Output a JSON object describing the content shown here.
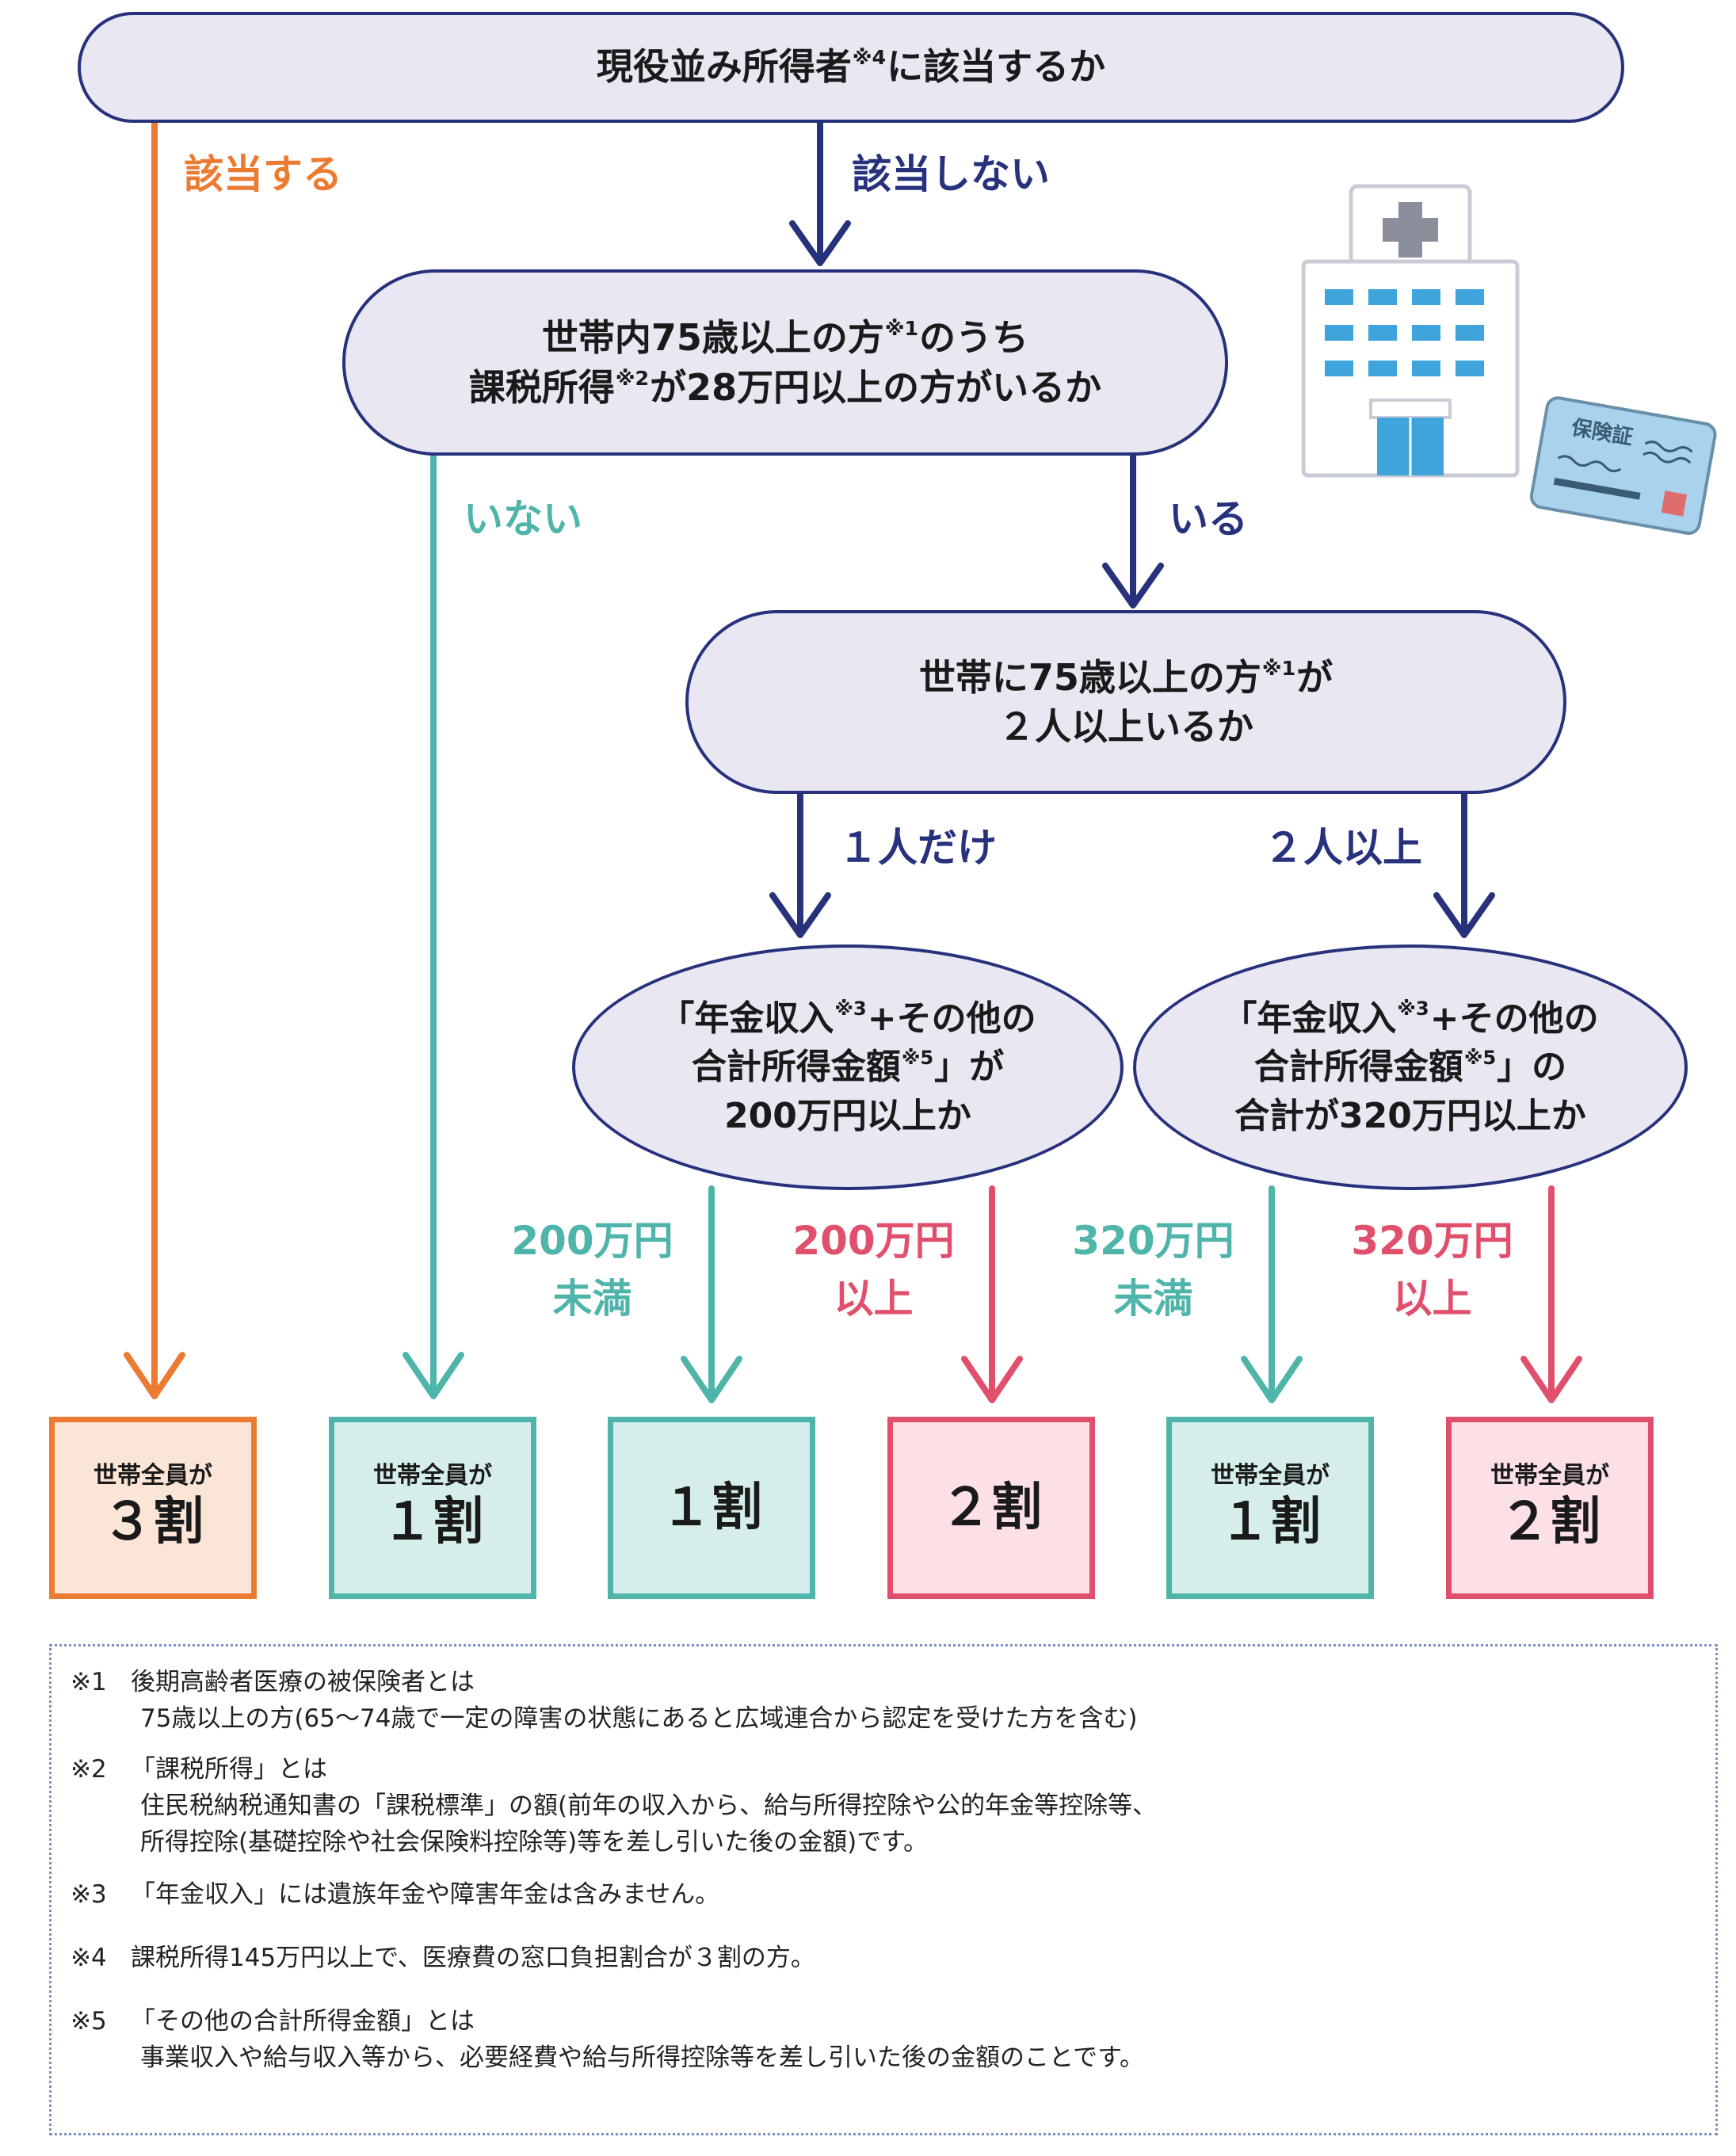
{
  "questions": {
    "q1": {
      "text": "現役並み所得者",
      "sup": "※4",
      "suffix": "に該当するか"
    },
    "q2": {
      "line1_text": "世帯内75歳以上の方",
      "line1_sup": "※1",
      "line1_suffix": "のうち",
      "line2_text": "課税所得",
      "line2_sup": "※2",
      "line2_suffix": "が28万円以上の方がいるか"
    },
    "q3": {
      "line1_text": "世帯に75歳以上の方",
      "line1_sup": "※1",
      "line1_suffix": "が",
      "line2": "２人以上いるか"
    },
    "q4": {
      "line1_text": "「年金収入",
      "line1_sup": "※3",
      "line1_suffix": "+その他の",
      "line2_text": "合計所得金額",
      "line2_sup": "※5",
      "line2_suffix": "」が",
      "line3": "200万円以上か"
    },
    "q5": {
      "line1_text": "「年金収入",
      "line1_sup": "※3",
      "line1_suffix": "+その他の",
      "line2_text": "合計所得金額",
      "line2_sup": "※5",
      "line2_suffix": "」の",
      "line3": "合計が320万円以上か"
    }
  },
  "branches": {
    "applies": "該当する",
    "not_applies": "該当しない",
    "none": "いない",
    "some": "いる",
    "only_one": "１人だけ",
    "two_or_more": "２人以上",
    "under200": {
      "line1": "200万円",
      "line2": "未満"
    },
    "over200": {
      "line1": "200万円",
      "line2": "以上"
    },
    "under320": {
      "line1": "320万円",
      "line2": "未満"
    },
    "over320": {
      "line1": "320万円",
      "line2": "以上"
    }
  },
  "results": [
    {
      "small": "世帯全員が",
      "big": "３割"
    },
    {
      "small": "世帯全員が",
      "big": "１割"
    },
    {
      "small": "",
      "big": "１割"
    },
    {
      "small": "",
      "big": "２割"
    },
    {
      "small": "世帯全員が",
      "big": "１割"
    },
    {
      "small": "世帯全員が",
      "big": "２割"
    }
  ],
  "illustration": {
    "card_label": "保険証",
    "icons": [
      "hospital-icon",
      "insurance-card-icon"
    ]
  },
  "notes": [
    {
      "mark": "※1",
      "lines": [
        "後期高齢者医療の被保険者とは",
        "75歳以上の方(65～74歳で一定の障害の状態にあると広域連合から認定を受けた方を含む)"
      ]
    },
    {
      "mark": "※2",
      "lines": [
        "「課税所得」とは",
        "住民税納税通知書の「課税標準」の額(前年の収入から、給与所得控除や公的年金等控除等、",
        "所得控除(基礎控除や社会保険料控除等)等を差し引いた後の金額)です。"
      ]
    },
    {
      "mark": "※3",
      "lines": [
        "「年金収入」には遺族年金や障害年金は含みません。"
      ]
    },
    {
      "mark": "※4",
      "lines": [
        "課税所得145万円以上で、医療費の窓口負担割合が３割の方。"
      ]
    },
    {
      "mark": "※5",
      "lines": [
        "「その他の合計所得金額」とは",
        "事業収入や給与収入等から、必要経費や給与所得控除等を差し引いた後の金額のことです。"
      ]
    }
  ],
  "colors": {
    "orange": "#ec7b32",
    "navy": "#27317c",
    "teal": "#4fb4aa",
    "pink": "#e0506d",
    "box_fill": "#e8e7f2"
  }
}
